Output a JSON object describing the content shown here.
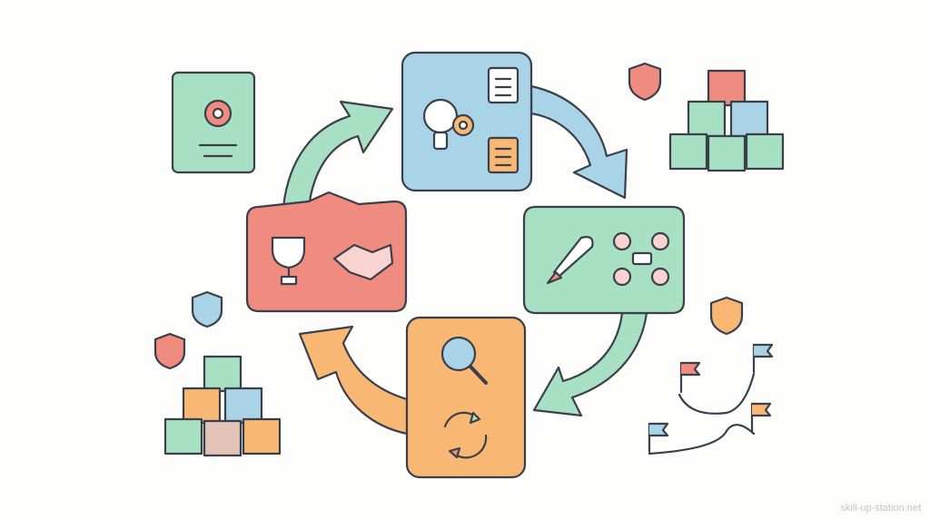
{
  "watermark": "skill-up-station.net",
  "colors": {
    "blue": "#a9d3e6",
    "green": "#a7e0c3",
    "orange": "#f8b874",
    "red": "#f08b80",
    "outline": "#3a3f4a"
  },
  "stages": [
    {
      "id": "ideation",
      "icons": [
        "lightbulb-gear-icon",
        "checklist-icon",
        "clipboard-icon"
      ]
    },
    {
      "id": "launch-collaboration",
      "icons": [
        "rocket-icon",
        "team-network-icon"
      ]
    },
    {
      "id": "analysis-iteration",
      "icons": [
        "magnifier-chart-icon",
        "refresh-cycle-icon"
      ]
    },
    {
      "id": "achievement",
      "icons": [
        "trophy-icon",
        "handshake-icon"
      ]
    }
  ]
}
